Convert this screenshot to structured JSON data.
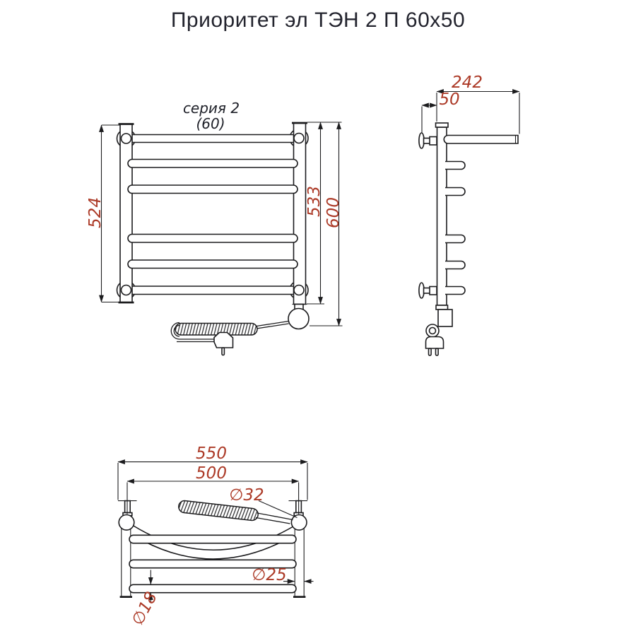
{
  "title": "Приоритет эл ТЭН 2 П 60х50",
  "colors": {
    "line": "#1c1c1e",
    "dimension_text": "#ac3a27",
    "title_text": "#23242e",
    "background": "#ffffff"
  },
  "front_view": {
    "series_label": "серия 2",
    "size_note": "(60)",
    "dims": {
      "left_height": "524",
      "rail_height": "533",
      "total_height": "600"
    }
  },
  "side_view": {
    "dims": {
      "shelf_depth": "242",
      "wall_offset": "50"
    }
  },
  "bottom_view": {
    "dims": {
      "outer_width": "550",
      "axis_width": "500",
      "post_diameter": "∅32",
      "rail_diameter": "∅25",
      "rung_diameter": "∅18"
    }
  }
}
